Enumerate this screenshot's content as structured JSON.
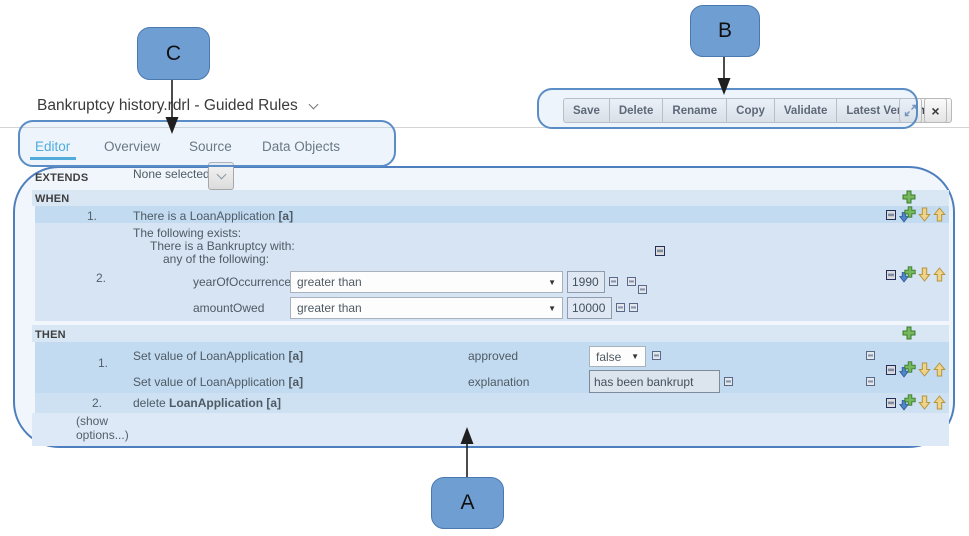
{
  "header": {
    "title": "Bankruptcy history.rdrl - Guided Rules"
  },
  "toolbar": {
    "save": "Save",
    "delete": "Delete",
    "rename": "Rename",
    "copy": "Copy",
    "validate": "Validate",
    "version": "Latest Version",
    "close_glyph": "×"
  },
  "tabs": {
    "editor": "Editor",
    "overview": "Overview",
    "source": "Source",
    "data_objects": "Data Objects"
  },
  "rule": {
    "extends_label": "EXTENDS",
    "extends_value": "None selected",
    "when_label": "WHEN",
    "then_label": "THEN",
    "when": {
      "row1_num": "1.",
      "row1_text": "There is a LoanApplication ",
      "row1_var": "[a]",
      "exists_line1": "The following exists:",
      "exists_line2": "There is a Bankruptcy with:",
      "exists_line3": "any of the following:",
      "row2_num": "2.",
      "cond1_field": "yearOfOccurrence",
      "cond1_op": "greater than",
      "cond1_value": "1990",
      "cond2_field": "amountOwed",
      "cond2_op": "greater than",
      "cond2_value": "10000"
    },
    "then": {
      "row1_num": "1.",
      "action1_text": "Set value of LoanApplication ",
      "action1_var": "[a]",
      "action1_field": "approved",
      "action1_value": "false",
      "action2_text": "Set value of LoanApplication ",
      "action2_var": "[a]",
      "action2_field": "explanation",
      "action2_value": "has been bankrupt",
      "row2_num": "2.",
      "delete_text": "delete ",
      "delete_target": "LoanApplication [a]"
    },
    "show_options": "(show options...)"
  },
  "annotations": {
    "a": "A",
    "b": "B",
    "c": "C"
  },
  "colors": {
    "accent_tab": "#2e9fd6",
    "highlight_row": "#c3dbf1",
    "panel_row_light": "#d9e7f5",
    "panel_row_mid": "#d6e4f3",
    "callout_fill": "#6f9ed3",
    "callout_border": "#4a79b0",
    "panel_border": "#4d7ebd"
  }
}
